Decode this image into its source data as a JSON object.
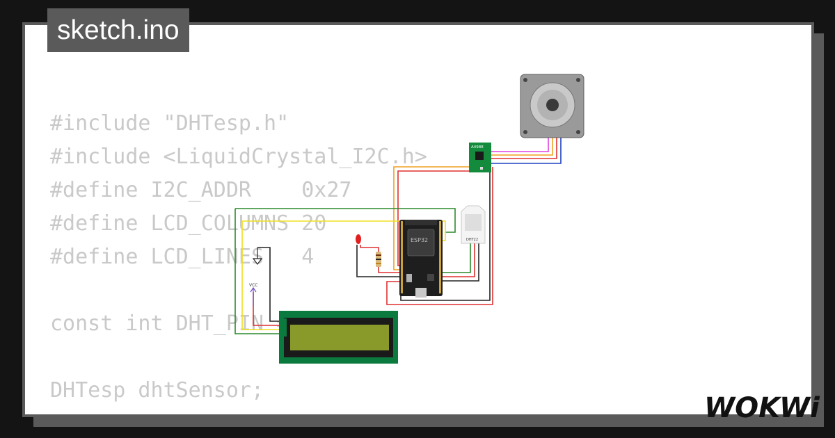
{
  "header": {
    "filename": "sketch.ino"
  },
  "code": {
    "lines": [
      "#include \"DHTesp.h\"",
      "#include <LiquidCrystal_I2C.h>",
      "#define I2C_ADDR    0x27",
      "#define LCD_COLUMNS 20",
      "#define LCD_LINES   4",
      "",
      "const int DHT_PIN = 15;",
      "",
      "DHTesp dhtSensor;"
    ]
  },
  "circuit": {
    "driver_label": "A4988",
    "mcu_label": "ESP32",
    "sensor_label": "DHT22",
    "vcc_label": "VCC"
  },
  "brand": {
    "logo": "WOKWi"
  },
  "colors": {
    "background": "#141414",
    "frame": "#5a5a5a",
    "code_text": "#c9c9c9",
    "lcd_board": "#0b7a3e",
    "lcd_screen": "#8a9a2a",
    "driver_board": "#138a3c"
  }
}
